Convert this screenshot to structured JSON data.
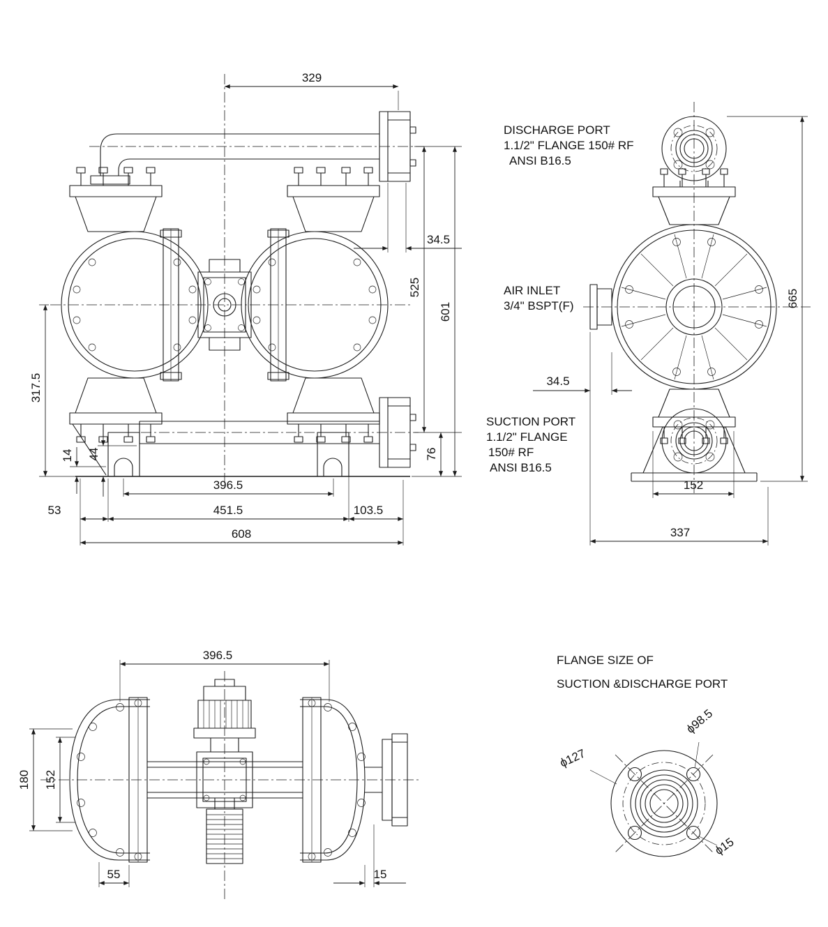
{
  "drawing": {
    "background": "#ffffff",
    "ink": "#1a1a1a"
  },
  "front": {
    "d329": "329",
    "d34_5": "34.5",
    "d525": "525",
    "d601": "601",
    "d317_5": "317.5",
    "d14": "14",
    "d44": "44",
    "d53": "53",
    "d396_5": "396.5",
    "d451_5": "451.5",
    "d103_5": "103.5",
    "d608": "608",
    "d76": "76"
  },
  "side": {
    "discharge1": "DISCHARGE PORT",
    "discharge2": "1.1/2\" FLANGE 150# RF",
    "discharge3": "ANSI B16.5",
    "air1": "AIR INLET",
    "air2": "3/4\" BSPT(F)",
    "suction1": "SUCTION PORT",
    "suction2": "1.1/2\" FLANGE",
    "suction3": "150# RF",
    "suction4": "ANSI B16.5",
    "d34_5": "34.5",
    "d665": "665",
    "d152": "152",
    "d337": "337"
  },
  "top": {
    "d396_5": "396.5",
    "d180": "180",
    "d152": "152",
    "d55": "55",
    "d15": "15"
  },
  "flange": {
    "title1": "FLANGE SIZE OF",
    "title2": "SUCTION &DISCHARGE PORT",
    "d127": "ϕ127",
    "d98_5": "ϕ98.5",
    "d15": "ϕ15"
  }
}
